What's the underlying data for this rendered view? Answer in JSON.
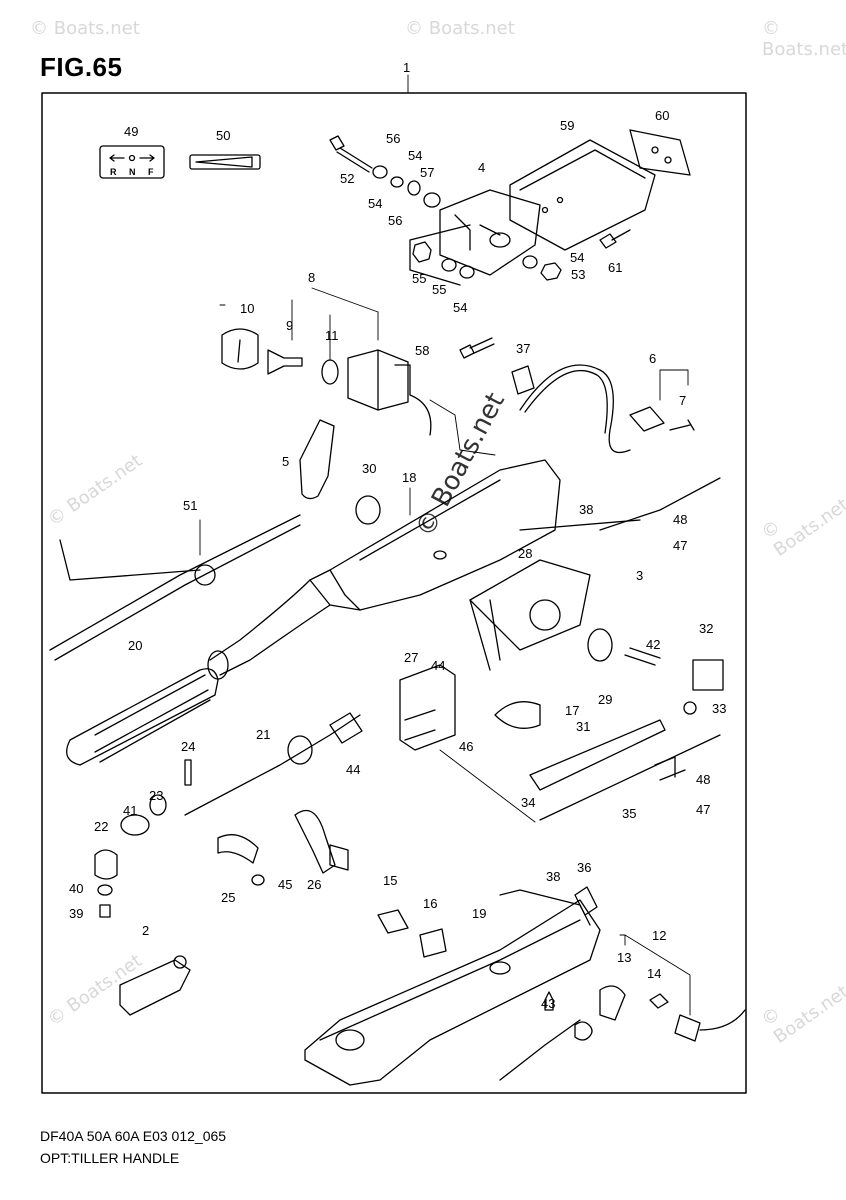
{
  "figure": {
    "title": "FIG.65"
  },
  "footer": {
    "model_line": "DF40A 50A 60A E03 012_065",
    "caption": "OPT:TILLER HANDLE"
  },
  "watermark": {
    "text": "© Boats.net",
    "main_text": "© Boats.net"
  },
  "shift_label": {
    "r": "R",
    "n": "N",
    "f": "F"
  },
  "callouts": [
    {
      "id": "1"
    },
    {
      "id": "49"
    },
    {
      "id": "50"
    },
    {
      "id": "52"
    },
    {
      "id": "56a",
      "label": "56"
    },
    {
      "id": "54a",
      "label": "54"
    },
    {
      "id": "57"
    },
    {
      "id": "54b",
      "label": "54"
    },
    {
      "id": "56b",
      "label": "56"
    },
    {
      "id": "4"
    },
    {
      "id": "59"
    },
    {
      "id": "60"
    },
    {
      "id": "54c",
      "label": "54"
    },
    {
      "id": "53"
    },
    {
      "id": "61"
    },
    {
      "id": "55a",
      "label": "55"
    },
    {
      "id": "55b",
      "label": "55"
    },
    {
      "id": "54d",
      "label": "54"
    },
    {
      "id": "8"
    },
    {
      "id": "10"
    },
    {
      "id": "9"
    },
    {
      "id": "11"
    },
    {
      "id": "58"
    },
    {
      "id": "37"
    },
    {
      "id": "6"
    },
    {
      "id": "7"
    },
    {
      "id": "5"
    },
    {
      "id": "30"
    },
    {
      "id": "18"
    },
    {
      "id": "51"
    },
    {
      "id": "38a",
      "label": "38"
    },
    {
      "id": "48a",
      "label": "48"
    },
    {
      "id": "47a",
      "label": "47"
    },
    {
      "id": "3"
    },
    {
      "id": "28"
    },
    {
      "id": "20"
    },
    {
      "id": "32"
    },
    {
      "id": "42"
    },
    {
      "id": "44a",
      "label": "44"
    },
    {
      "id": "29"
    },
    {
      "id": "27"
    },
    {
      "id": "17"
    },
    {
      "id": "33"
    },
    {
      "id": "31"
    },
    {
      "id": "46"
    },
    {
      "id": "24"
    },
    {
      "id": "21"
    },
    {
      "id": "44b",
      "label": "44"
    },
    {
      "id": "48b",
      "label": "48"
    },
    {
      "id": "34"
    },
    {
      "id": "35"
    },
    {
      "id": "47b",
      "label": "47"
    },
    {
      "id": "23"
    },
    {
      "id": "41"
    },
    {
      "id": "22"
    },
    {
      "id": "38b",
      "label": "38"
    },
    {
      "id": "36"
    },
    {
      "id": "40"
    },
    {
      "id": "25"
    },
    {
      "id": "45"
    },
    {
      "id": "26"
    },
    {
      "id": "39"
    },
    {
      "id": "15"
    },
    {
      "id": "16"
    },
    {
      "id": "19"
    },
    {
      "id": "12"
    },
    {
      "id": "13"
    },
    {
      "id": "14"
    },
    {
      "id": "2"
    },
    {
      "id": "43"
    }
  ]
}
